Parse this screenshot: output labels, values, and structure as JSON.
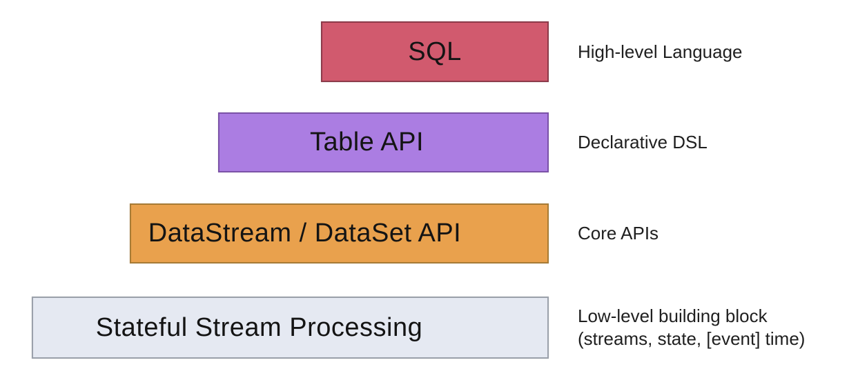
{
  "diagram": {
    "type": "layered-stack",
    "layers": [
      {
        "label": "SQL",
        "annotation_lines": [
          "High-level Language"
        ],
        "fill": "#d15a6e",
        "border": "#8c3a49"
      },
      {
        "label": "Table API",
        "annotation_lines": [
          "Declarative DSL"
        ],
        "fill": "#ab7de2",
        "border": "#7b52a8"
      },
      {
        "label": "DataStream / DataSet API",
        "annotation_lines": [
          "Core APIs"
        ],
        "fill": "#e9a14d",
        "border": "#a87b35"
      },
      {
        "label": "Stateful Stream Processing",
        "annotation_lines": [
          "Low-level building block",
          "(streams, state, [event] time)"
        ],
        "fill": "#e5e9f2",
        "border": "#9ba1ab"
      }
    ],
    "text_color": "#1e1e1e",
    "background_color": "#ffffff"
  }
}
